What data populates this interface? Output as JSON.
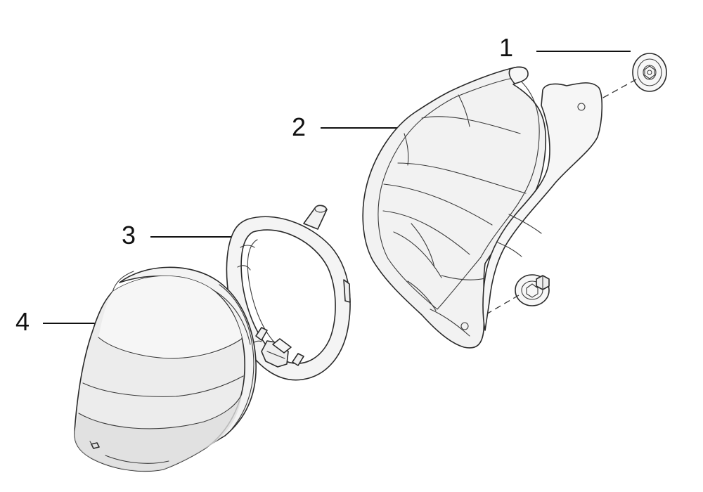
{
  "callouts": [
    {
      "id": "1",
      "label": "1"
    },
    {
      "id": "2",
      "label": "2"
    },
    {
      "id": "3",
      "label": "3"
    },
    {
      "id": "4",
      "label": "4"
    }
  ],
  "colors": {
    "line": "#2a2a2a",
    "shade_light": "#f4f4f4",
    "shade_mid": "#e9e9e9",
    "shade_dark": "#dcdcdc"
  }
}
